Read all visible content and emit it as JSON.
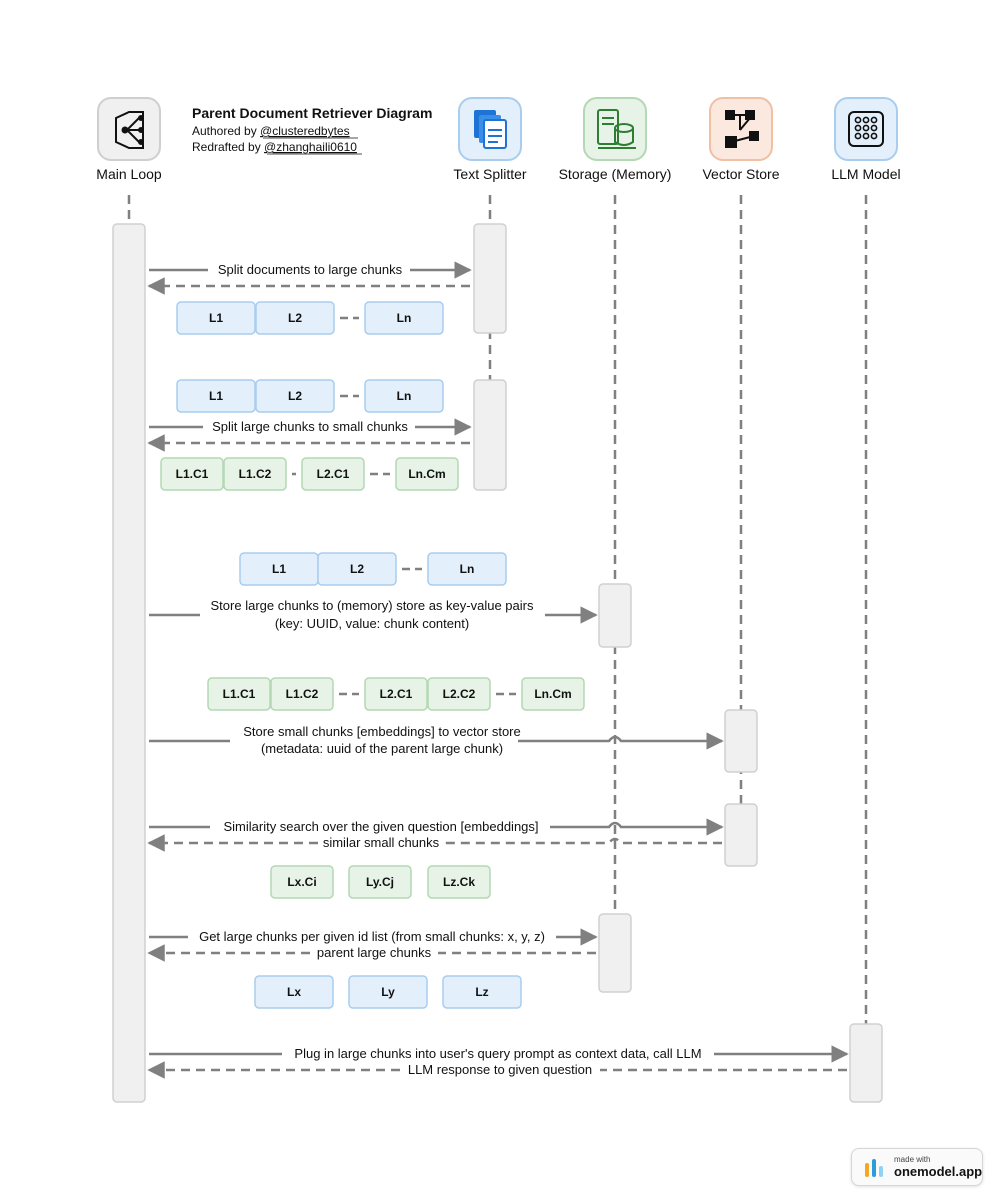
{
  "header": {
    "title": "Parent Document Retriever Diagram",
    "authored_prefix": "Authored by ",
    "authored_handle": "@clusteredbytes",
    "redrafted_prefix": "Redrafted by ",
    "redrafted_handle": "@zhanghaili0610"
  },
  "actors": [
    {
      "id": "main",
      "label": "Main Loop",
      "icon": "flow-icon",
      "color": "#f0f0f0",
      "border": "#cfcfcf"
    },
    {
      "id": "splitter",
      "label": "Text Splitter",
      "icon": "documents-icon",
      "color": "#e3f0fb",
      "border": "#a9cdef"
    },
    {
      "id": "storage",
      "label": "Storage (Memory)",
      "icon": "storage-icon",
      "color": "#e6f3e6",
      "border": "#b3d8b3"
    },
    {
      "id": "vector",
      "label": "Vector Store",
      "icon": "graph-icon",
      "color": "#fbe9df",
      "border": "#f1bfa3"
    },
    {
      "id": "llm",
      "label": "LLM Model",
      "icon": "chip-icon",
      "color": "#e3f0fb",
      "border": "#a9cdef"
    }
  ],
  "messages": [
    {
      "id": "split-large",
      "lines": [
        "Split documents to large chunks"
      ]
    },
    {
      "id": "split-small",
      "lines": [
        "Split large chunks to small chunks"
      ]
    },
    {
      "id": "store-large",
      "lines": [
        "Store large chunks to (memory) store as key-value pairs",
        "(key: UUID, value: chunk content)"
      ]
    },
    {
      "id": "store-small",
      "lines": [
        "Store small chunks [embeddings] to vector store",
        "(metadata: uuid of the parent large chunk)"
      ]
    },
    {
      "id": "similarity",
      "lines": [
        "Similarity search over the given question [embeddings]"
      ]
    },
    {
      "id": "similarity-return",
      "lines": [
        "similar small chunks"
      ]
    },
    {
      "id": "get-large",
      "lines": [
        "Get large chunks per given id list (from small chunks: x, y, z)"
      ]
    },
    {
      "id": "get-large-return",
      "lines": [
        "parent large chunks"
      ]
    },
    {
      "id": "plug",
      "lines": [
        "Plug in large chunks into user's query prompt as context data, call LLM"
      ]
    },
    {
      "id": "plug-return",
      "lines": [
        "LLM response to given question"
      ]
    }
  ],
  "chunk_groups": [
    {
      "id": "g1",
      "type": "large",
      "items": [
        "L1",
        "L2",
        "Ln"
      ]
    },
    {
      "id": "g2",
      "type": "large",
      "items": [
        "L1",
        "L2",
        "Ln"
      ]
    },
    {
      "id": "g3",
      "type": "small",
      "items": [
        "L1.C1",
        "L1.C2",
        "L2.C1",
        "Ln.Cm"
      ]
    },
    {
      "id": "g4",
      "type": "large",
      "items": [
        "L1",
        "L2",
        "Ln"
      ]
    },
    {
      "id": "g5",
      "type": "small",
      "items": [
        "L1.C1",
        "L1.C2",
        "L2.C1",
        "L2.C2",
        "Ln.Cm"
      ]
    },
    {
      "id": "g6",
      "type": "small",
      "items": [
        "Lx.Ci",
        "Ly.Cj",
        "Lz.Ck"
      ]
    },
    {
      "id": "g7",
      "type": "large",
      "items": [
        "Lx",
        "Ly",
        "Lz"
      ]
    }
  ],
  "colors": {
    "large_fill": "#e3f0fb",
    "large_border": "#a9cdef",
    "small_fill": "#e6f3e6",
    "small_border": "#b3d8b3",
    "activation_fill": "#f0f0f0",
    "activation_border": "#d0d0d0",
    "arrow": "#808080"
  },
  "badge": {
    "small": "made with",
    "big": "onemodel.app"
  }
}
